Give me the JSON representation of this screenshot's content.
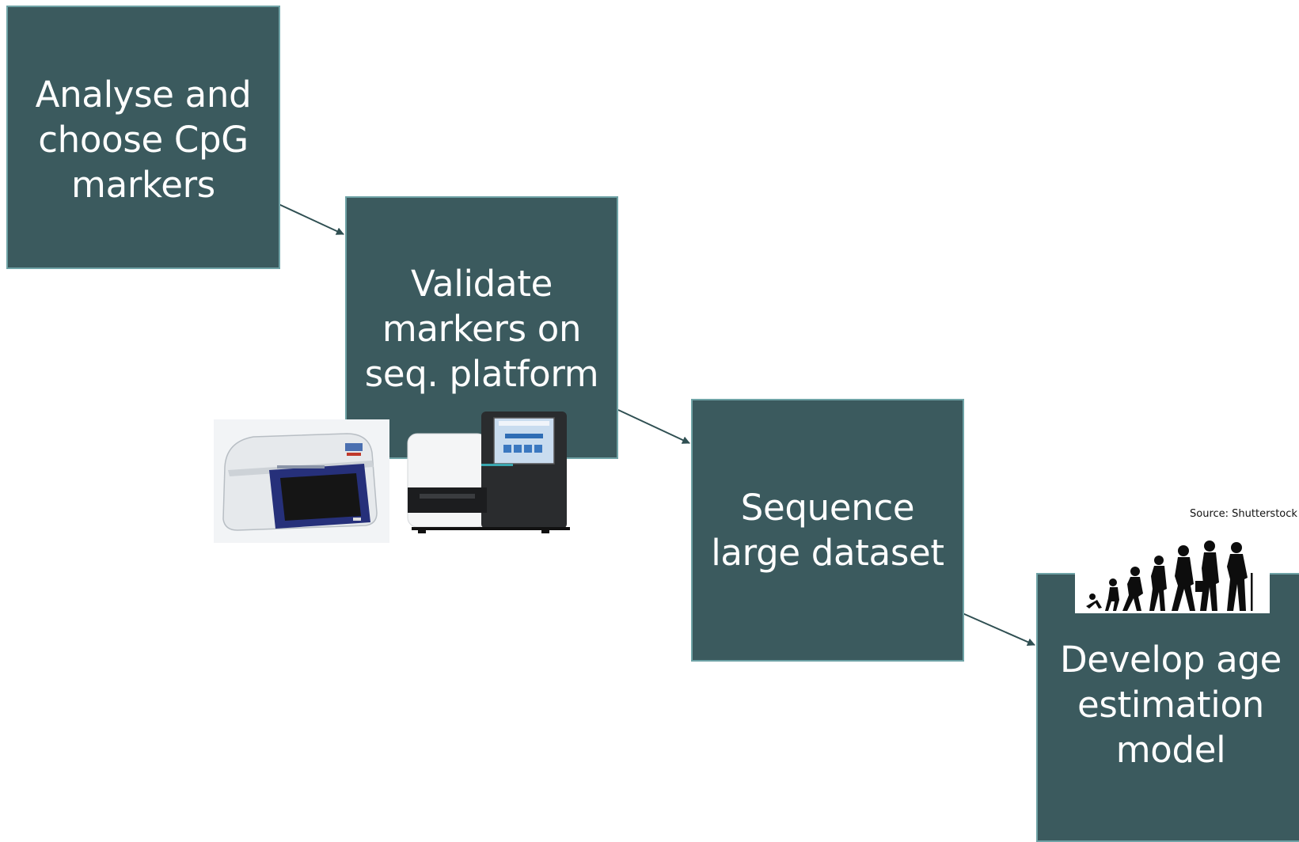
{
  "steps": [
    {
      "lines": [
        "Analyse and",
        "choose CpG",
        "markers"
      ]
    },
    {
      "lines": [
        "Validate",
        "markers on",
        "seq. platform"
      ]
    },
    {
      "lines": [
        "Sequence",
        "large dataset"
      ]
    },
    {
      "lines": [
        "Develop age",
        "estimation",
        "model"
      ]
    }
  ],
  "source_note": "Source: Shutterstock",
  "colors": {
    "box_fill": "#3b5a5e",
    "box_border": "#6fa3a6",
    "arrow": "#2f4f52"
  },
  "pictures": {
    "pyrosequencer": "pyrosequencer-instrument-image",
    "sequencer": "benchtop-sequencer-image",
    "age_silhouettes": "human-age-progression-silhouette-image"
  }
}
